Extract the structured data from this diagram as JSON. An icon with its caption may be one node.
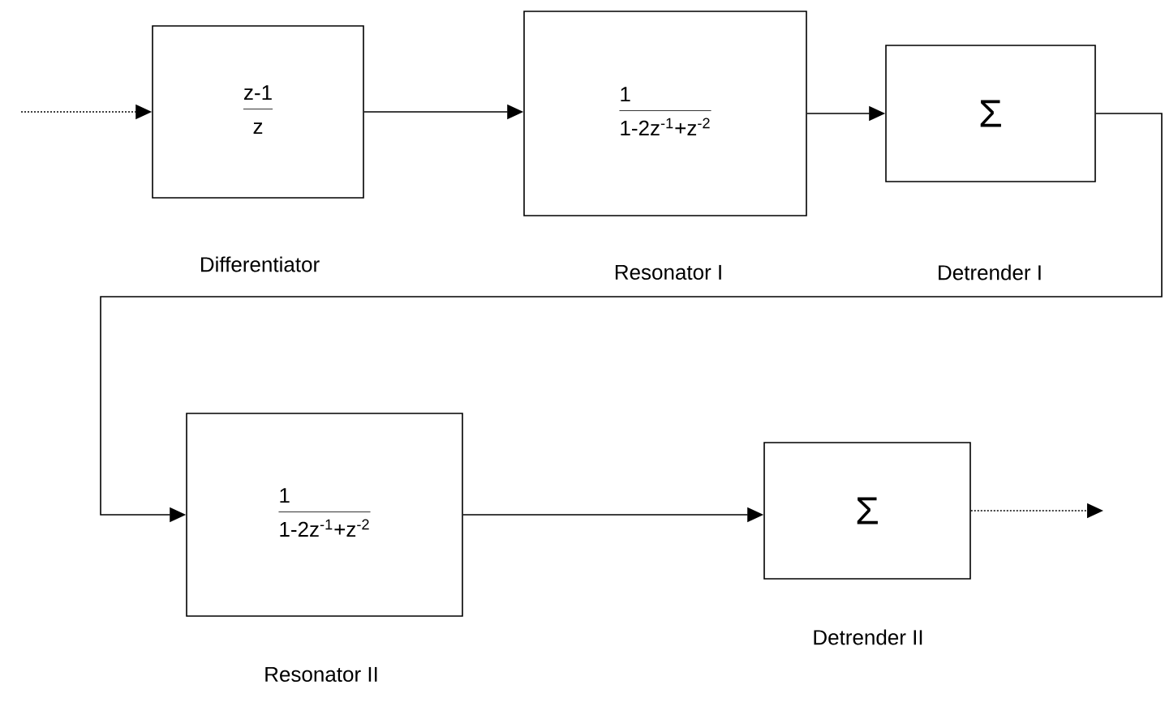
{
  "diagram": {
    "nodes": [
      {
        "text": [
          "z-1",
          "z"
        ],
        "beside": [
          "Differentiator"
        ]
      },
      {
        "text": [
          "1",
          "1-2z$^{-1}$+z$^{-2}$"
        ],
        "beside": [
          "Resonator I"
        ]
      },
      {
        "text": [
          "Σ"
        ],
        "beside": [
          "Detrender I"
        ]
      },
      {
        "text": [
          "1",
          "1-2z$^{-1}$+z$^{-2}$"
        ],
        "beside": [
          "Resonator II"
        ]
      },
      {
        "text": [
          "Σ"
        ],
        "beside": [
          "Detrender II"
        ]
      }
    ],
    "edges": [
      {
        "from": null,
        "to": 0,
        "arrow": "to",
        "style": "dashed"
      },
      {
        "from": 0,
        "to": 1,
        "arrow": "to"
      },
      {
        "from": 1,
        "to": 2,
        "arrow": "to"
      },
      {
        "from": 2,
        "to": 3,
        "arrow": "to"
      },
      {
        "from": 3,
        "to": 4,
        "arrow": "to"
      },
      {
        "from": 4,
        "to": null,
        "arrow": "to",
        "style": "dashed"
      }
    ]
  }
}
